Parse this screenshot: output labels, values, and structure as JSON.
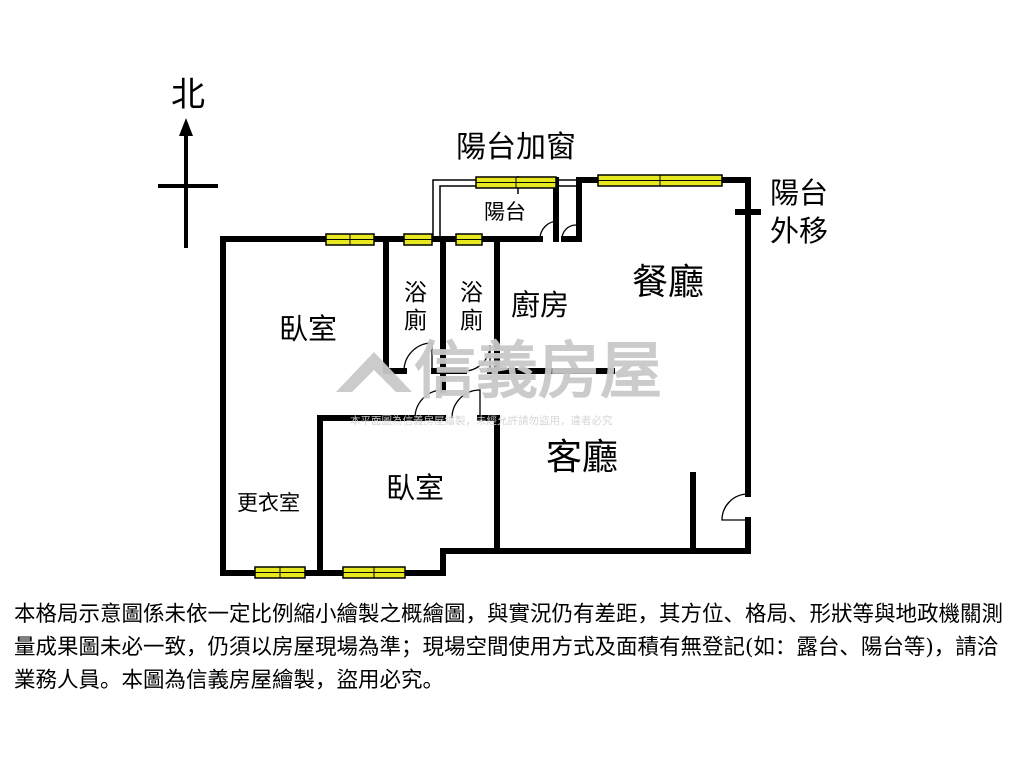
{
  "compass": {
    "label": "北"
  },
  "rooms": {
    "balcony_window": "陽台加窗",
    "balcony": "陽台",
    "balcony_moved_1": "陽台",
    "balcony_moved_2": "外移",
    "dining": "餐廳",
    "kitchen": "廚房",
    "bath_1_a": "浴",
    "bath_1_b": "廁",
    "bath_2_a": "浴",
    "bath_2_b": "廁",
    "bedroom_1": "臥室",
    "living": "客廳",
    "bedroom_2": "臥室",
    "closet": "更衣室"
  },
  "watermark": {
    "brand": "信義房屋",
    "sub": "本平面圖為信義房屋繪製，未經允許請勿盜用，違者必究"
  },
  "disclaimer": "本格局示意圖係未依一定比例縮小繪製之概繪圖，與實況仍有差距，其方位、格局、形狀等與地政機關測量成果圖未必一致，仍須以房屋現場為準；現場空間使用方式及面積有無登記(如：露台、陽台等)，請洽業務人員。本圖為信義房屋繪製，盜用必究。",
  "colors": {
    "wall": "#000000",
    "window": "#e8e820",
    "background": "#ffffff",
    "watermark": "#c9c9c9"
  }
}
